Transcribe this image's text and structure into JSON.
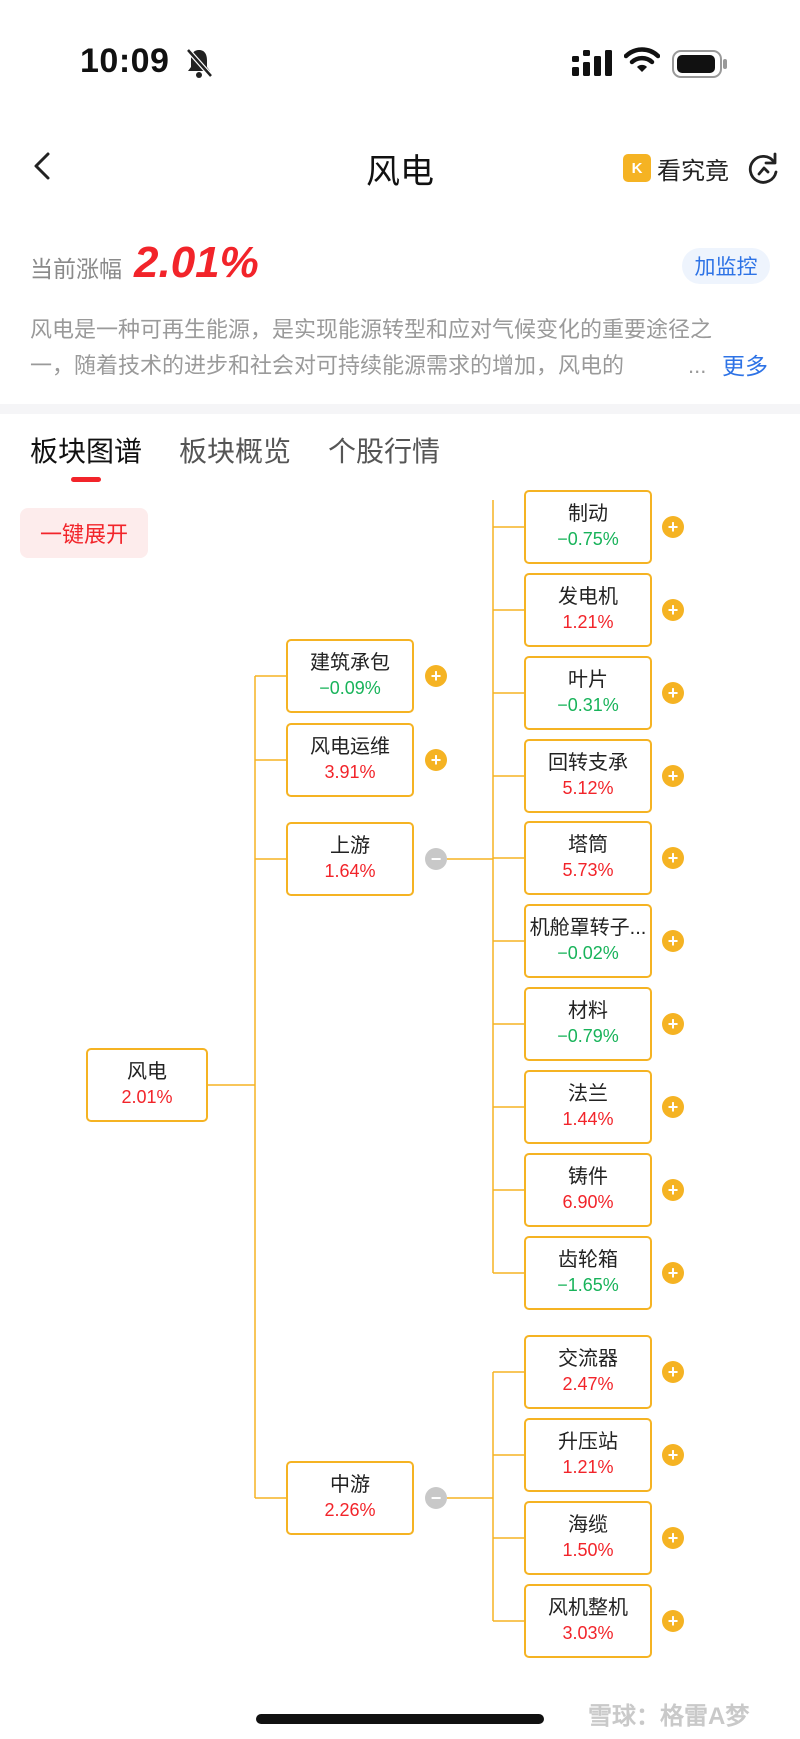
{
  "status_bar": {
    "time": "10:09"
  },
  "nav": {
    "title": "风电",
    "kanjiujing_label": "看究竟",
    "kanjiujing_logo": "K"
  },
  "gain": {
    "label": "当前涨幅",
    "value": "2.01%",
    "monitor_label": "加监控"
  },
  "description": {
    "line1": "风电是一种可再生能源，是实现能源转型和应对气候变化的重要途径之",
    "line2": "一，随着技术的进步和社会对可持续能源需求的增加，风电的",
    "ellipsis": "...",
    "more_label": "更多"
  },
  "tabs": [
    {
      "label": "板块图谱",
      "active": true
    },
    {
      "label": "板块概览",
      "active": false
    },
    {
      "label": "个股行情",
      "active": false
    }
  ],
  "expand_label": "一键展开",
  "colors": {
    "up": "#f2242a",
    "down": "#18b35a",
    "node_border": "#f5b323",
    "link": "#2e73e6"
  },
  "tree": {
    "root": {
      "name": "风电",
      "change": "2.01%",
      "dir": "up"
    },
    "level1": [
      {
        "name": "建筑承包",
        "change": "−0.09%",
        "dir": "down",
        "toggle": "+"
      },
      {
        "name": "风电运维",
        "change": "3.91%",
        "dir": "up",
        "toggle": "+"
      },
      {
        "name": "上游",
        "change": "1.64%",
        "dir": "up",
        "toggle": "−"
      },
      {
        "name": "中游",
        "change": "2.26%",
        "dir": "up",
        "toggle": "−"
      }
    ],
    "upstream_children": [
      {
        "name": "制动",
        "change": "−0.75%",
        "dir": "down",
        "toggle": "+"
      },
      {
        "name": "发电机",
        "change": "1.21%",
        "dir": "up",
        "toggle": "+"
      },
      {
        "name": "叶片",
        "change": "−0.31%",
        "dir": "down",
        "toggle": "+"
      },
      {
        "name": "回转支承",
        "change": "5.12%",
        "dir": "up",
        "toggle": "+"
      },
      {
        "name": "塔筒",
        "change": "5.73%",
        "dir": "up",
        "toggle": "+"
      },
      {
        "name": "机舱罩转子...",
        "change": "−0.02%",
        "dir": "down",
        "toggle": "+"
      },
      {
        "name": "材料",
        "change": "−0.79%",
        "dir": "down",
        "toggle": "+"
      },
      {
        "name": "法兰",
        "change": "1.44%",
        "dir": "up",
        "toggle": "+"
      },
      {
        "name": "铸件",
        "change": "6.90%",
        "dir": "up",
        "toggle": "+"
      },
      {
        "name": "齿轮箱",
        "change": "−1.65%",
        "dir": "down",
        "toggle": "+"
      }
    ],
    "midstream_children": [
      {
        "name": "交流器",
        "change": "2.47%",
        "dir": "up",
        "toggle": "+"
      },
      {
        "name": "升压站",
        "change": "1.21%",
        "dir": "up",
        "toggle": "+"
      },
      {
        "name": "海缆",
        "change": "1.50%",
        "dir": "up",
        "toggle": "+"
      },
      {
        "name": "风机整机",
        "change": "3.03%",
        "dir": "up",
        "toggle": "+"
      }
    ]
  },
  "watermark": "雪球：格雷A梦"
}
